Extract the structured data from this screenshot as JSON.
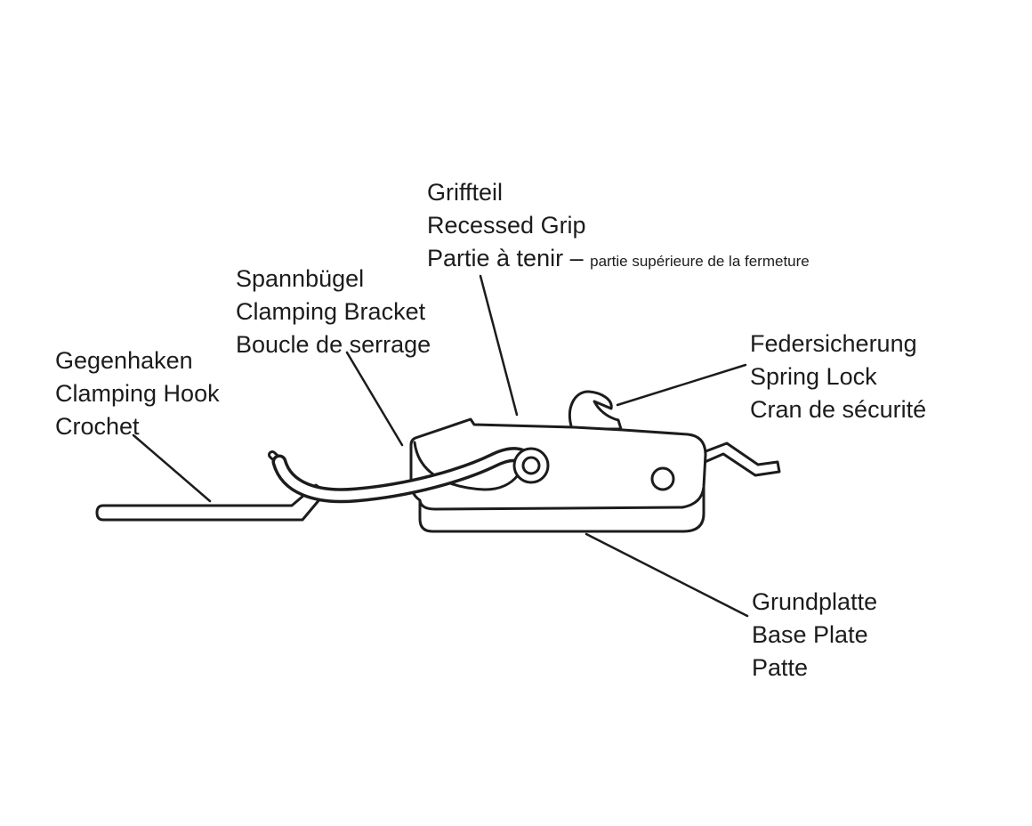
{
  "diagram": {
    "subject": "toggle latch fastener (side view, labeled)",
    "colors": {
      "line": "#1c1c1c",
      "fill": "#ffffff"
    },
    "labels": {
      "grip": {
        "de": "Griffteil",
        "en": "Recessed Grip",
        "fr": "Partie à tenir –",
        "fr_note": "partie supérieure de la fermeture"
      },
      "bracket": {
        "de": "Spannbügel",
        "en": "Clamping Bracket",
        "fr": "Boucle de serrage"
      },
      "hook": {
        "de": "Gegenhaken",
        "en": "Clamping Hook",
        "fr": "Crochet"
      },
      "spring_lock": {
        "de": "Federsicherung",
        "en": "Spring Lock",
        "fr": "Cran de sécurité"
      },
      "base_plate": {
        "de": "Grundplatte",
        "en": "Base Plate",
        "fr": "Patte"
      }
    }
  }
}
